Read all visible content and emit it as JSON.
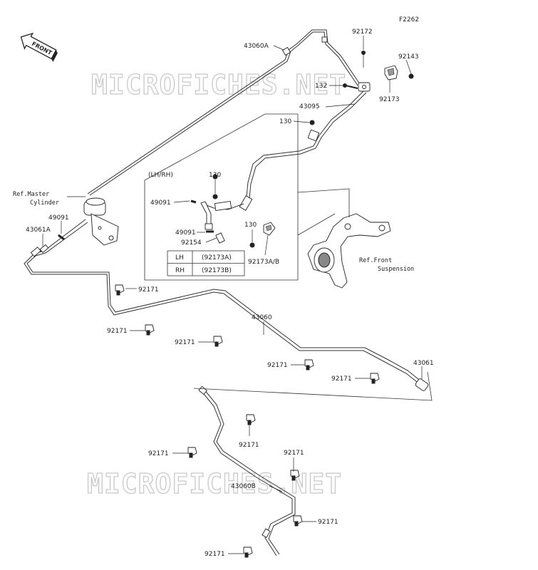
{
  "figure_code": "F2262",
  "front_arrow": "FRONT",
  "watermark": "MICROFICHES.NET",
  "inset": {
    "title": "(LH/RH)",
    "table": [
      {
        "side": "LH",
        "part": "(92173A)"
      },
      {
        "side": "RH",
        "part": "(92173B)"
      }
    ]
  },
  "refs": {
    "master_cylinder_1": "Ref.Master",
    "master_cylinder_2": "Cylinder",
    "front_susp_1": "Ref.Front",
    "front_susp_2": "Suspension"
  },
  "parts": {
    "p43060A": "43060A",
    "p92172": "92172",
    "p92143": "92143",
    "p132": "132",
    "p92173": "92173",
    "p43095": "43095",
    "p130_top": "130",
    "p130_mid": "130",
    "p130_low": "130",
    "p49091_inset_a": "49091",
    "p49091_inset_b": "49091",
    "p92154": "92154",
    "p92173AB": "92173A/B",
    "p49091_mc": "49091",
    "p43061A": "43061A",
    "p92171_a": "92171",
    "p92171_b": "92171",
    "p92171_c": "92171",
    "p43060": "43060",
    "p92171_d": "92171",
    "p92171_e": "92171",
    "p43061": "43061",
    "p92171_f": "92171",
    "p92171_g": "92171",
    "p92171_h": "92171",
    "p43060B": "43060B",
    "p92171_i": "92171",
    "p92171_j": "92171"
  }
}
